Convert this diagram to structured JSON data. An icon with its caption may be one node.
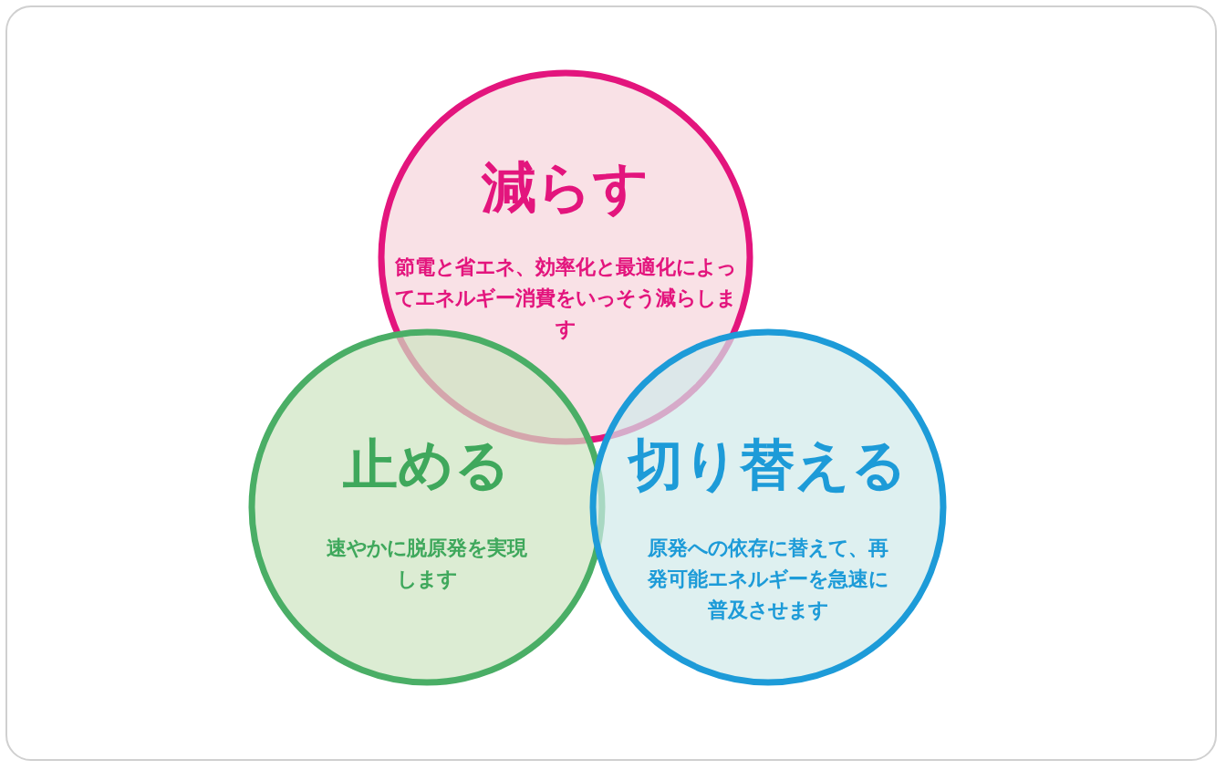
{
  "diagram": {
    "nodes": [
      {
        "text": [
          "減らす",
          "節電と省エネ、効率化と最適化によってエネルギー消費をいっそう減らします"
        ]
      },
      {
        "text": [
          "止める",
          "速やかに脱原発を実現します"
        ]
      },
      {
        "text": [
          "切り替える",
          "原発への依存に替えて、再発可能エネルギーを急速に普及させます"
        ]
      }
    ]
  }
}
